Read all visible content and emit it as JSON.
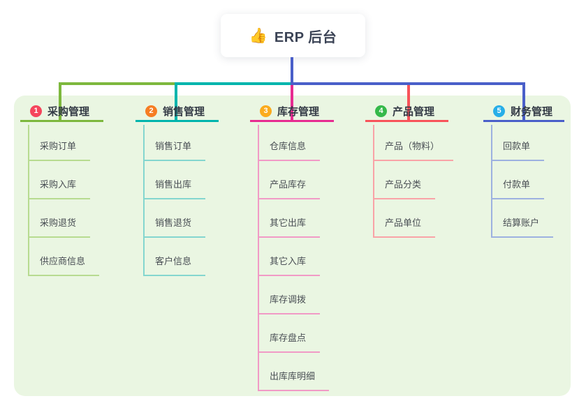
{
  "root": {
    "icon": "thumbs-up-icon",
    "icon_glyph": "👍",
    "label": "ERP 后台"
  },
  "colors": {
    "canvas_bg": "#ffffff",
    "panel_bg": "#eaf6e2",
    "root_line": "#4a5fc9",
    "title_text": "#3b4355",
    "branch_label_text": "#333a45",
    "child_label_text": "#4a4f55"
  },
  "branches": [
    {
      "index": "1",
      "label": "采购管理",
      "badge_color": "#f5455c",
      "line_color": "#7db83d",
      "child_line_color": "#b7db90",
      "children": [
        "采购订单",
        "采购入库",
        "采购退货",
        "供应商信息"
      ]
    },
    {
      "index": "2",
      "label": "销售管理",
      "badge_color": "#f67d23",
      "line_color": "#00b5ad",
      "child_line_color": "#84d6cf",
      "children": [
        "销售订单",
        "销售出库",
        "销售退货",
        "客户信息"
      ]
    },
    {
      "index": "3",
      "label": "库存管理",
      "badge_color": "#fbab1d",
      "line_color": "#e72c91",
      "child_line_color": "#f19ac6",
      "children": [
        "仓库信息",
        "产品库存",
        "其它出库",
        "其它入库",
        "库存调拨",
        "库存盘点",
        "出库库明细"
      ]
    },
    {
      "index": "4",
      "label": "产品管理",
      "badge_color": "#35b94a",
      "line_color": "#f8535a",
      "child_line_color": "#f9a3a7",
      "children": [
        "产品（物料）",
        "产品分类",
        "产品单位"
      ]
    },
    {
      "index": "5",
      "label": "财务管理",
      "badge_color": "#27aee8",
      "line_color": "#4a5fc9",
      "child_line_color": "#9db1e0",
      "children": [
        "回款单",
        "付款单",
        "结算账户"
      ]
    }
  ]
}
